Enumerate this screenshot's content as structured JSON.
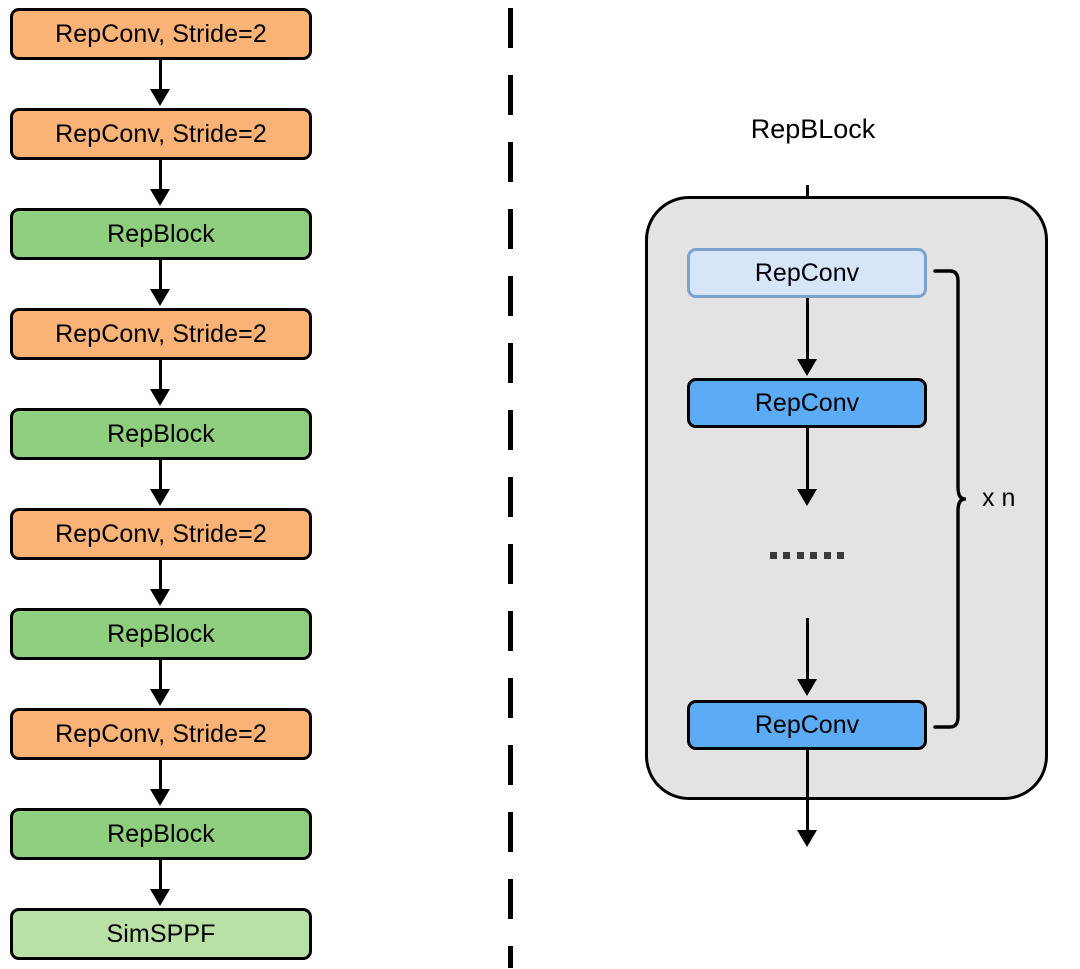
{
  "diagram": {
    "title": "RepBLock",
    "backbone": {
      "name": "backbone-pipeline",
      "nodes": [
        {
          "label": "RepConv, Stride=2",
          "type": "repconv",
          "color": "#f9b376"
        },
        {
          "label": "RepConv, Stride=2",
          "type": "repconv",
          "color": "#f9b376"
        },
        {
          "label": "RepBlock",
          "type": "repblock",
          "color": "#8fce7e"
        },
        {
          "label": "RepConv, Stride=2",
          "type": "repconv",
          "color": "#f9b376"
        },
        {
          "label": "RepBlock",
          "type": "repblock",
          "color": "#8fce7e"
        },
        {
          "label": "RepConv, Stride=2",
          "type": "repconv",
          "color": "#f9b376"
        },
        {
          "label": "RepBlock",
          "type": "repblock",
          "color": "#8fce7e"
        },
        {
          "label": "RepConv, Stride=2",
          "type": "repconv",
          "color": "#f9b376"
        },
        {
          "label": "RepBlock",
          "type": "repblock",
          "color": "#8fce7e"
        },
        {
          "label": "SimSPPF",
          "type": "simsppf",
          "color": "#b9e0a5"
        }
      ]
    },
    "repblock_detail": {
      "container_color": "#e3e3e3",
      "first_conv": {
        "label": "RepConv",
        "color": "#d6e5f8",
        "border": "#7ba2cc"
      },
      "second_conv": {
        "label": "RepConv",
        "color": "#5cacf5",
        "border": "#000000"
      },
      "last_conv": {
        "label": "RepConv",
        "color": "#5cacf5",
        "border": "#000000"
      },
      "ellipsis": "……",
      "repeat_label": "x n"
    }
  }
}
